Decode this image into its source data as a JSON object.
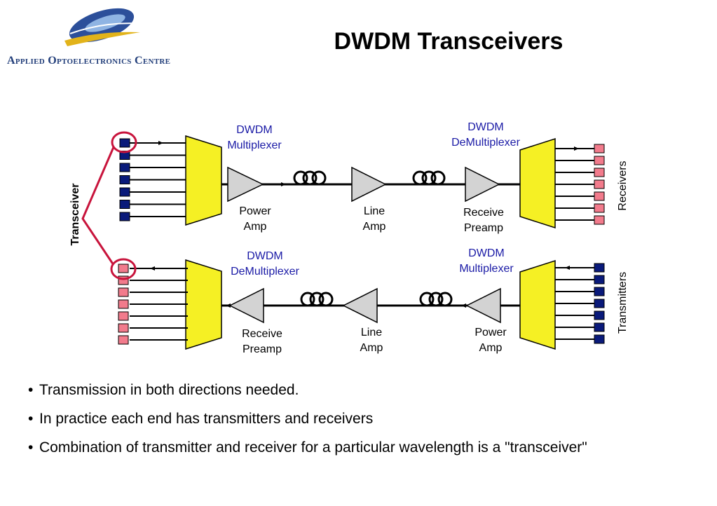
{
  "slide": {
    "title": "DWDM Transceivers",
    "logo_text": "Applied Optoelectronics Centre"
  },
  "diagram": {
    "transceiver_label": "Transceiver",
    "receivers_label": "Receivers",
    "transmitters_label": "Transmitters",
    "top_mux_label": [
      "DWDM",
      "Multiplexer"
    ],
    "top_demux_label": [
      "DWDM",
      "DeMultiplexer"
    ],
    "bottom_demux_label": [
      "DWDM",
      "DeMultiplexer"
    ],
    "bottom_mux_label": [
      "DWDM",
      "Multiplexer"
    ],
    "top_amps": [
      [
        "Power",
        "Amp"
      ],
      [
        "Line",
        "Amp"
      ],
      [
        "Receive",
        "Preamp"
      ]
    ],
    "bottom_amps": [
      [
        "Receive",
        "Preamp"
      ],
      [
        "Line",
        "Amp"
      ],
      [
        "Power",
        "Amp"
      ]
    ],
    "colors": {
      "transmitter": "#0a1a7a",
      "receiver": "#f27b8c",
      "mux": "#f5f024",
      "amp": "#d3d3d3",
      "mux_label": "#1a1aa6",
      "highlight": "#c8143c"
    }
  },
  "bullets": [
    "Transmission in both directions needed.",
    "In practice each end has transmitters and receivers",
    "Combination of transmitter and receiver for a particular wavelength is a \"transceiver\""
  ]
}
